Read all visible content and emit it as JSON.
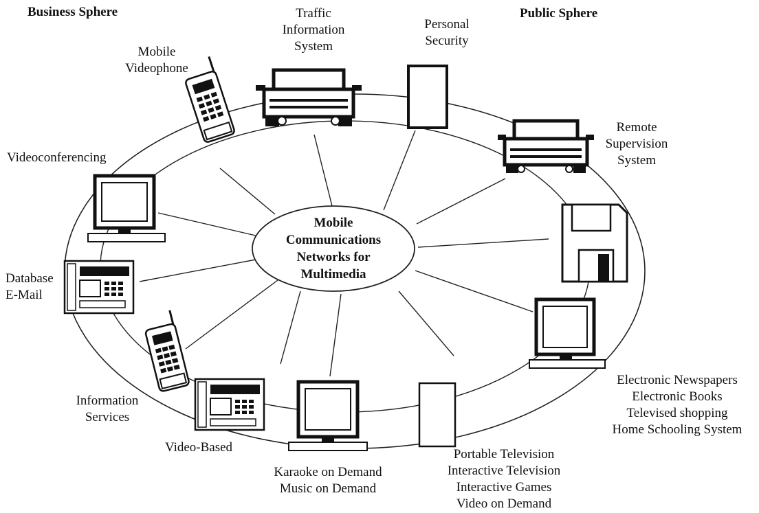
{
  "spheres": {
    "business": "Business Sphere",
    "public": "Public Sphere"
  },
  "hub": {
    "lines": [
      "Mobile",
      "Communications",
      "Networks for",
      "Multimedia"
    ]
  },
  "applications": {
    "traffic": [
      "Traffic",
      "Information",
      "System"
    ],
    "security": [
      "Personal",
      "Security"
    ],
    "videophone": [
      "Mobile",
      "Videophone"
    ],
    "remote": [
      "Remote",
      "Supervision",
      "System"
    ],
    "videoconf": [
      "Videoconferencing"
    ],
    "database": [
      "Database",
      "E-Mail"
    ],
    "newspapers": [
      "Electronic Newspapers",
      "Electronic Books",
      "Televised shopping",
      "Home Schooling System"
    ],
    "infoservices": [
      "Information",
      "Services"
    ],
    "videobased": [
      "Video-Based"
    ],
    "karaoke": [
      "Karaoke on Demand",
      "Music on Demand"
    ],
    "portable": [
      "Portable Television",
      "Interactive Television",
      "Interactive Games",
      "Video on Demand"
    ]
  }
}
